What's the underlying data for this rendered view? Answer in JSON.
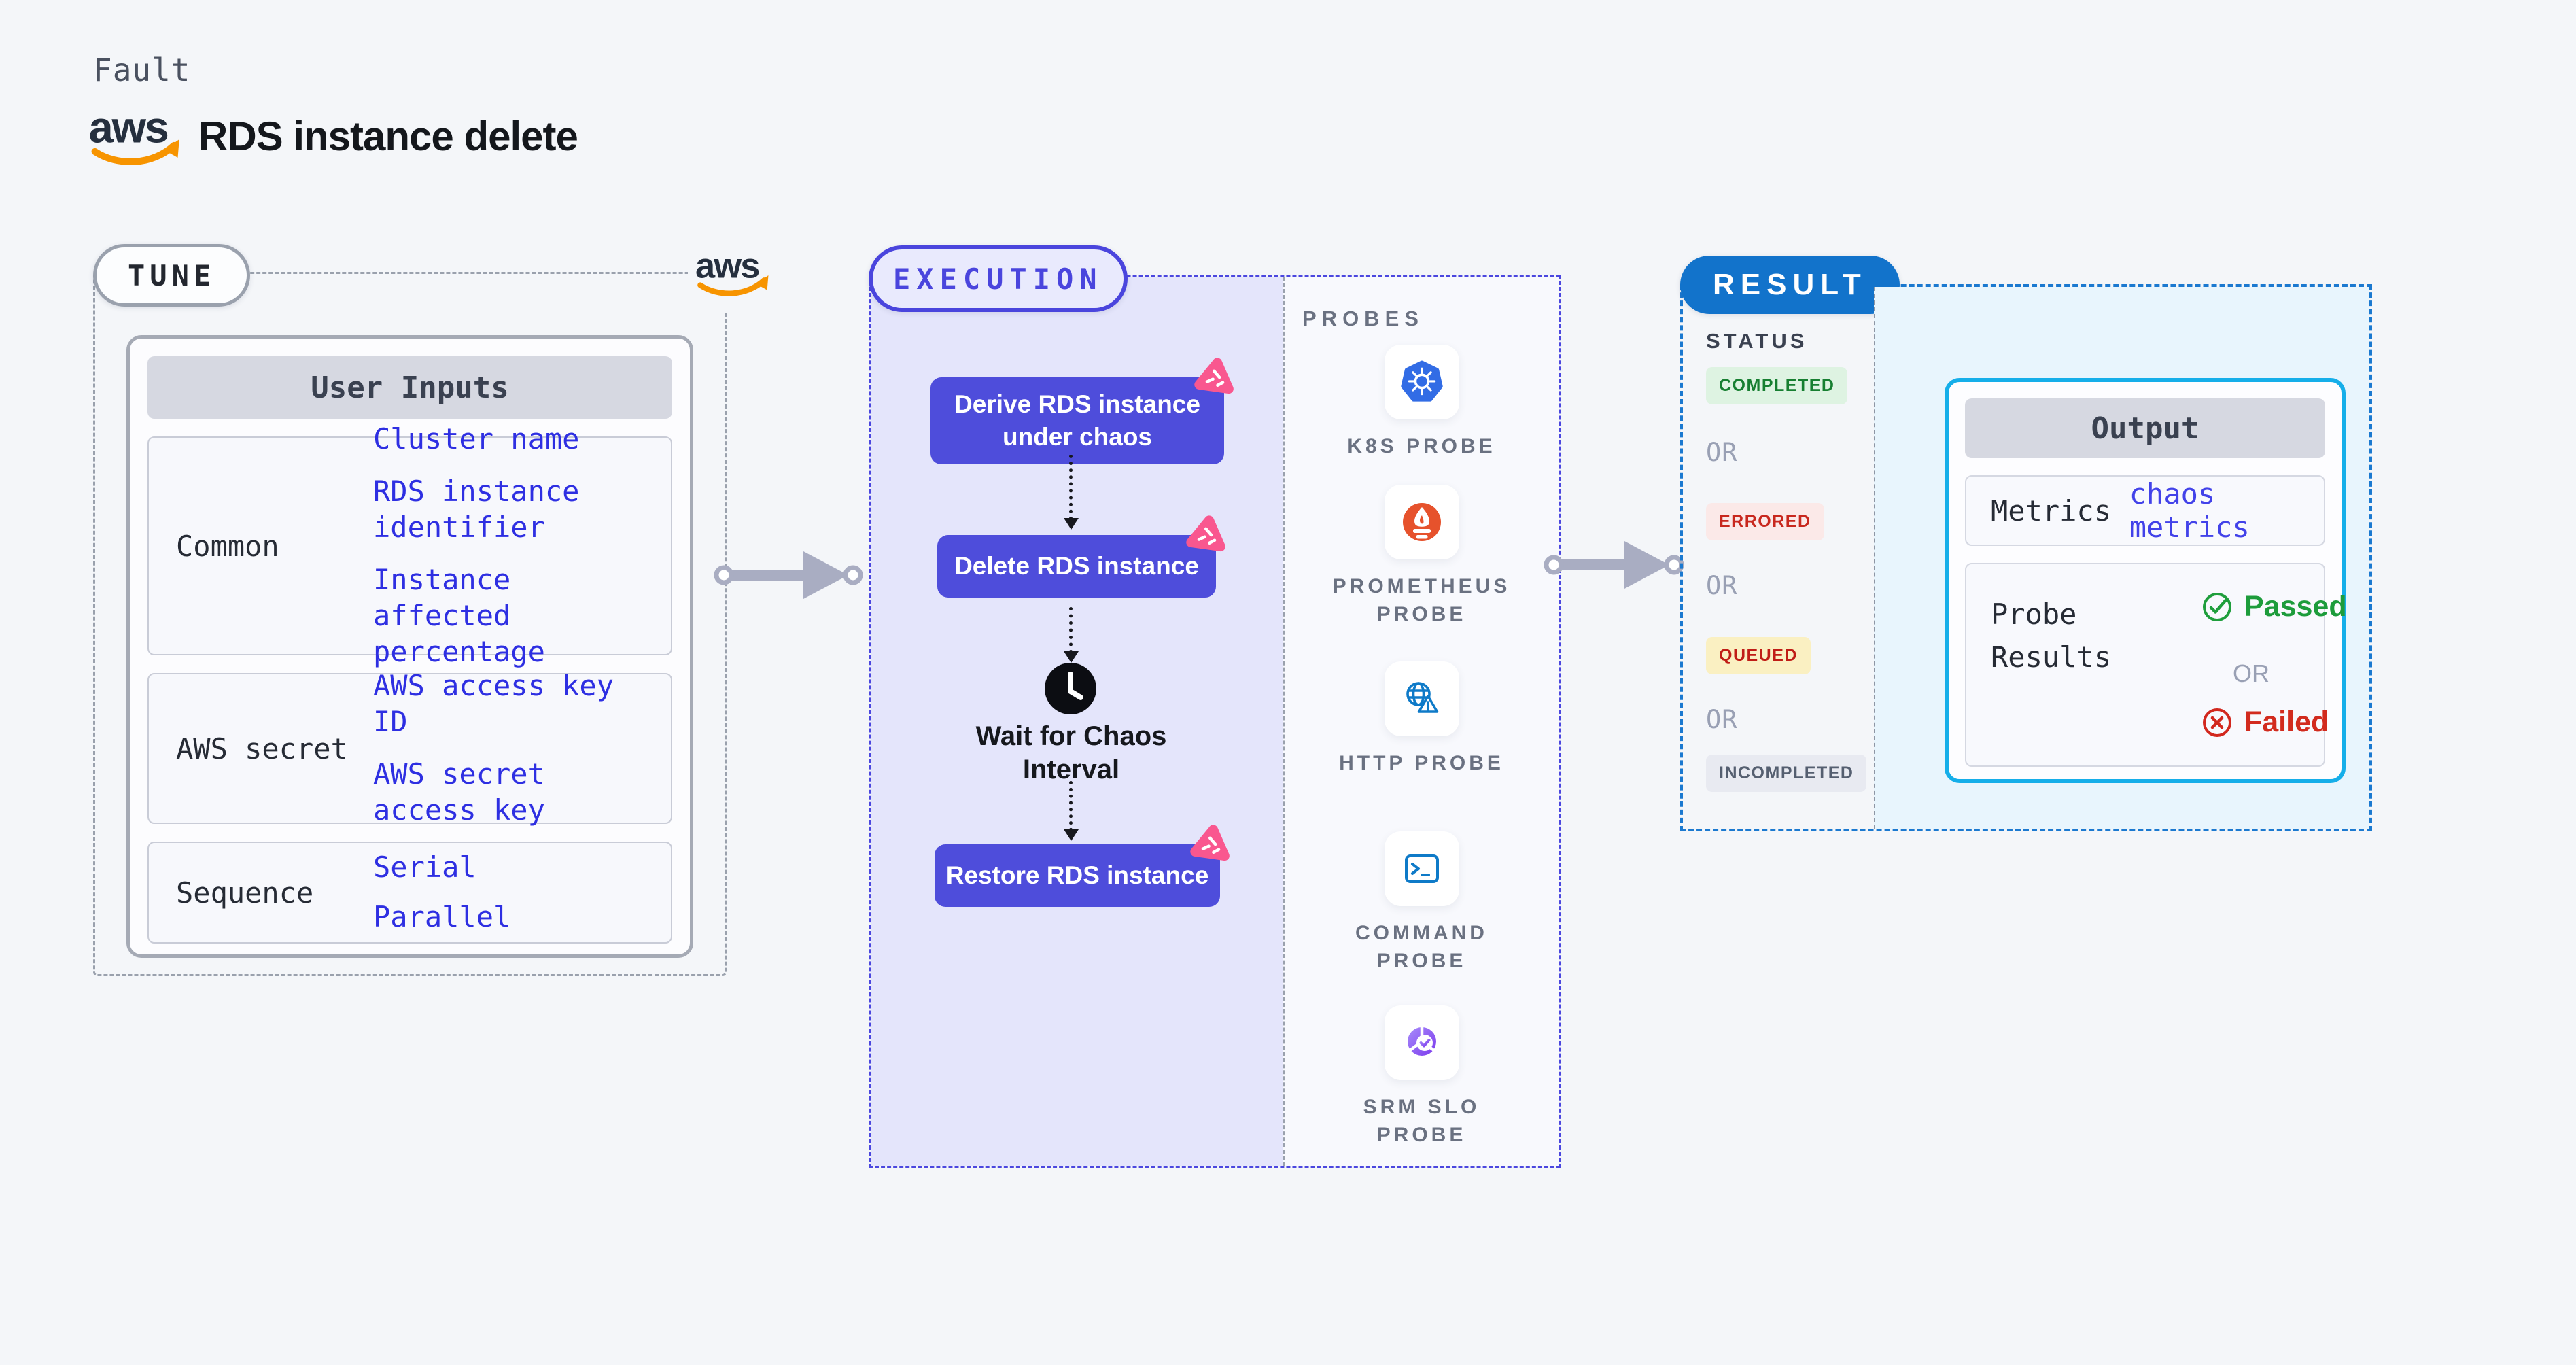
{
  "header": {
    "kicker": "Fault",
    "title": "RDS instance delete",
    "brand": "aws"
  },
  "tune": {
    "label": "TUNE",
    "user_inputs": {
      "header": "User Inputs",
      "rows": [
        {
          "label": "Common",
          "links": [
            "Cluster name",
            "RDS instance identifier",
            "Instance affected percentage"
          ]
        },
        {
          "label": "AWS secret",
          "links": [
            "AWS access key ID",
            "AWS secret access key"
          ]
        },
        {
          "label": "Sequence",
          "links": [
            "Serial",
            "Parallel"
          ]
        }
      ]
    }
  },
  "execution": {
    "label": "EXECUTION",
    "steps": [
      "Derive RDS instance under chaos",
      "Delete RDS instance",
      "Restore RDS instance"
    ],
    "wait_step": "Wait for Chaos Interval"
  },
  "probes": {
    "label": "PROBES",
    "items": [
      {
        "label": "K8S PROBE",
        "icon": "k8s-probe-icon"
      },
      {
        "label": "PROMETHEUS PROBE",
        "icon": "prometheus-probe-icon"
      },
      {
        "label": "HTTP PROBE",
        "icon": "http-probe-icon"
      },
      {
        "label": "COMMAND PROBE",
        "icon": "command-probe-icon"
      },
      {
        "label": "SRM SLO PROBE",
        "icon": "srm-slo-probe-icon"
      }
    ]
  },
  "result": {
    "label": "RESULT",
    "status": {
      "heading": "STATUS",
      "or": "OR",
      "states": [
        {
          "label": "COMPLETED",
          "color": "#177f31"
        },
        {
          "label": "ERRORED",
          "color": "#c8281e"
        },
        {
          "label": "QUEUED",
          "color": "#c01d16"
        },
        {
          "label": "INCOMPLETED",
          "color": "#555f70"
        }
      ]
    },
    "output": {
      "header": "Output",
      "metrics_label": "Metrics",
      "metrics_value": "chaos metrics",
      "probe_results_label": "Probe Results",
      "passed": "Passed",
      "or": "OR",
      "failed": "Failed"
    }
  },
  "colors": {
    "page_bg": "#f4f6f9",
    "link_blue": "#2e2fe2",
    "execution_indigo": "#4a45dd",
    "node_indigo": "#4e4ddb",
    "chaos_pink": "#f9578f",
    "result_blue": "#1273cb",
    "output_cyan": "#15aee9",
    "passed_green": "#1d9c3b",
    "failed_red": "#d22b1e",
    "aws_orange": "#f79400",
    "k8s_blue": "#326ce5",
    "prometheus_orange": "#e6522c",
    "probe_icon_blue": "#0e7ac8",
    "srm_purple": "#7c3aed"
  }
}
